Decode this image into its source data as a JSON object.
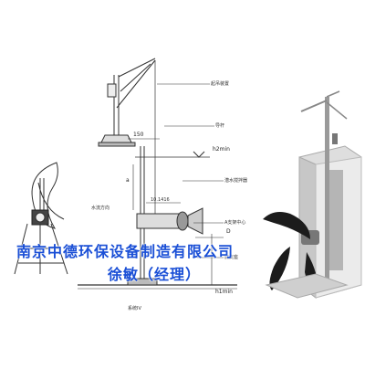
{
  "drawing": {
    "labels": {
      "lift_device": "起吊装置",
      "guide_rod": "导杆",
      "water_level": "h2min",
      "submersible_mixer": "潜水搅拌器",
      "flow_direction": "水流方向",
      "a_label": "a",
      "dim_150": "150",
      "angle_label": "10.1416",
      "support_label": "A支架中心",
      "d_label": "D",
      "base_label": "底支座",
      "h1_label": "h1min",
      "system_label": "系统IV"
    }
  },
  "watermark": {
    "company": "南京中德环保设备制造有限公司",
    "contact": "徐敏（经理）"
  },
  "colors": {
    "line": "#333333",
    "accent_blue": "#1a4fd6",
    "metal": "#c9c9c9",
    "blade": "#1c1c1c"
  }
}
